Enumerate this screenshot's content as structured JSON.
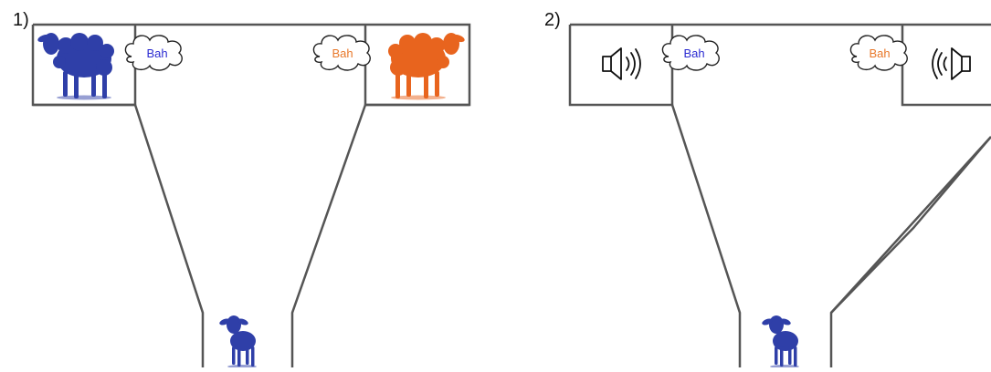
{
  "panels": [
    {
      "label": "1)",
      "left_call": {
        "text": "Bah",
        "color": "#2b2bd1"
      },
      "right_call": {
        "text": "Bah",
        "color": "#e8782a"
      },
      "left_source": {
        "kind": "sheep",
        "color": "#2f3fa8",
        "icon": "sheep-icon"
      },
      "right_source": {
        "kind": "sheep",
        "color": "#e8641e",
        "icon": "sheep-icon"
      },
      "lamb": {
        "color": "#2f3fa8",
        "icon": "lamb-icon"
      }
    },
    {
      "label": "2)",
      "left_call": {
        "text": "Bah",
        "color": "#2b2bd1"
      },
      "right_call": {
        "text": "Bah",
        "color": "#e8782a"
      },
      "left_source": {
        "kind": "speaker",
        "icon": "speaker-icon"
      },
      "right_source": {
        "kind": "speaker",
        "icon": "speaker-icon"
      },
      "lamb": {
        "color": "#2f3fa8",
        "icon": "lamb-icon"
      }
    }
  ]
}
